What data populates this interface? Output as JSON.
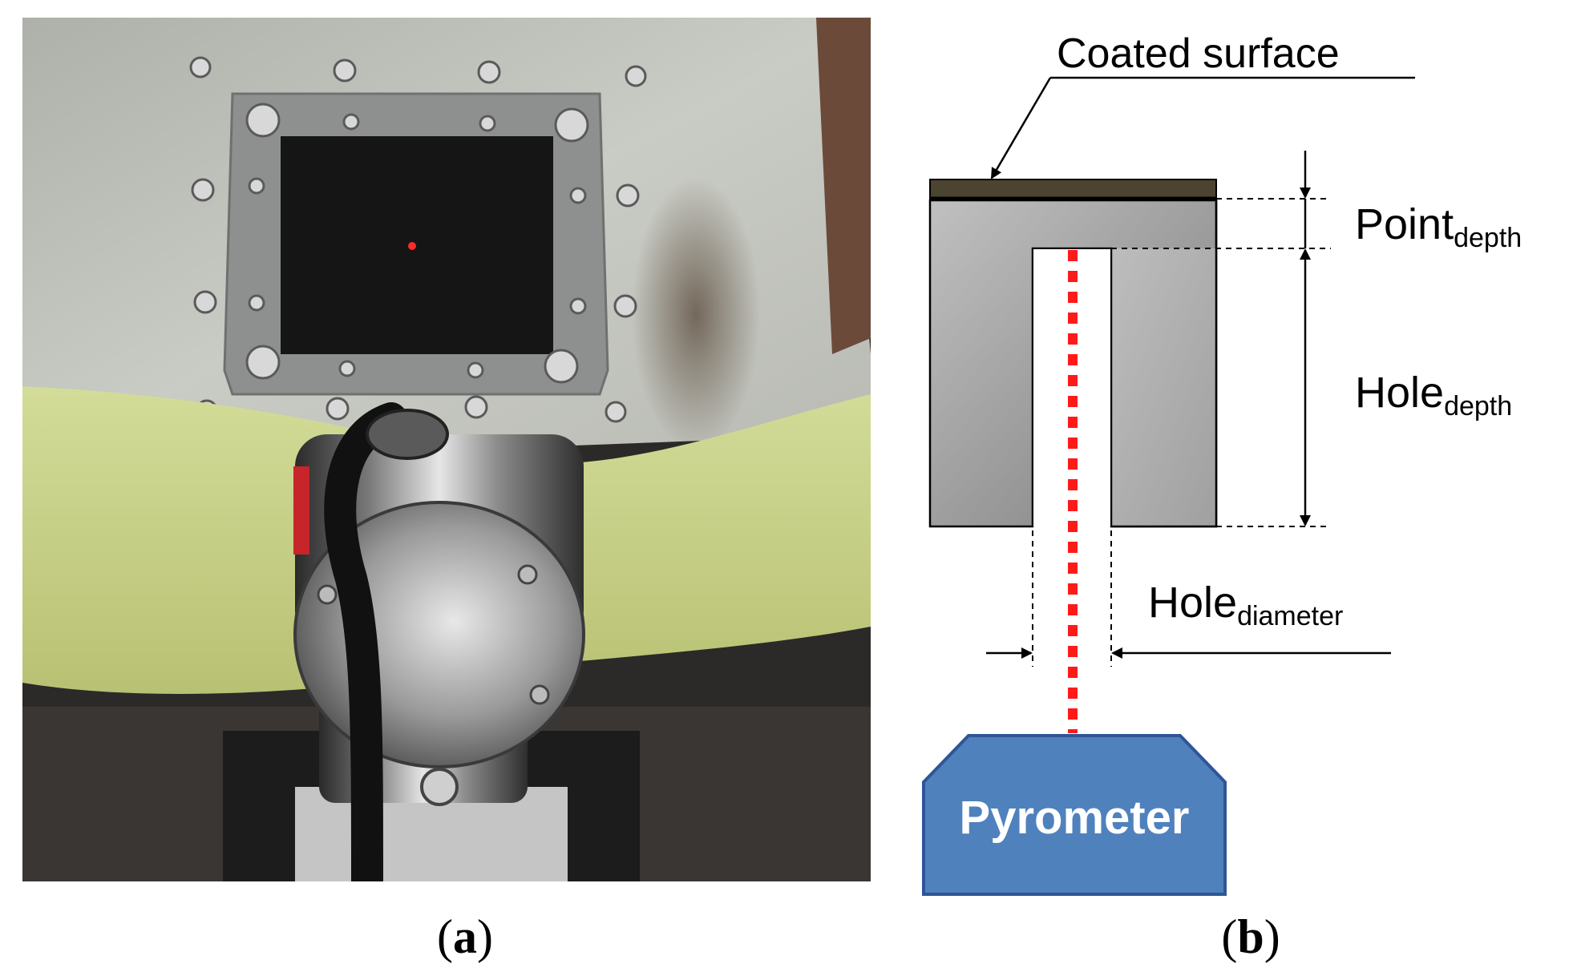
{
  "panel_a": {
    "caption_open": "(",
    "caption_letter": "a",
    "caption_close": ")"
  },
  "panel_b": {
    "caption_open": "(",
    "caption_letter": "b",
    "caption_close": ")",
    "label_coated_surface": "Coated surface",
    "label_point": "Point",
    "label_point_sub": "depth",
    "label_hole_depth": "Hole",
    "label_hole_depth_sub": "depth",
    "label_hole_diameter": "Hole",
    "label_hole_diameter_sub": "diameter",
    "pyrometer_label": "Pyrometer"
  },
  "colors": {
    "coating": "#4a4430",
    "block_gray": "#a9a9a9",
    "laser_red": "#ff1a1a",
    "pyrometer_fill": "#4f81bd",
    "pyrometer_stroke": "#2f5597",
    "pyrometer_text": "#ffffff",
    "fabric": "#c9d28a",
    "panel_gray": "#c4c6c0"
  }
}
